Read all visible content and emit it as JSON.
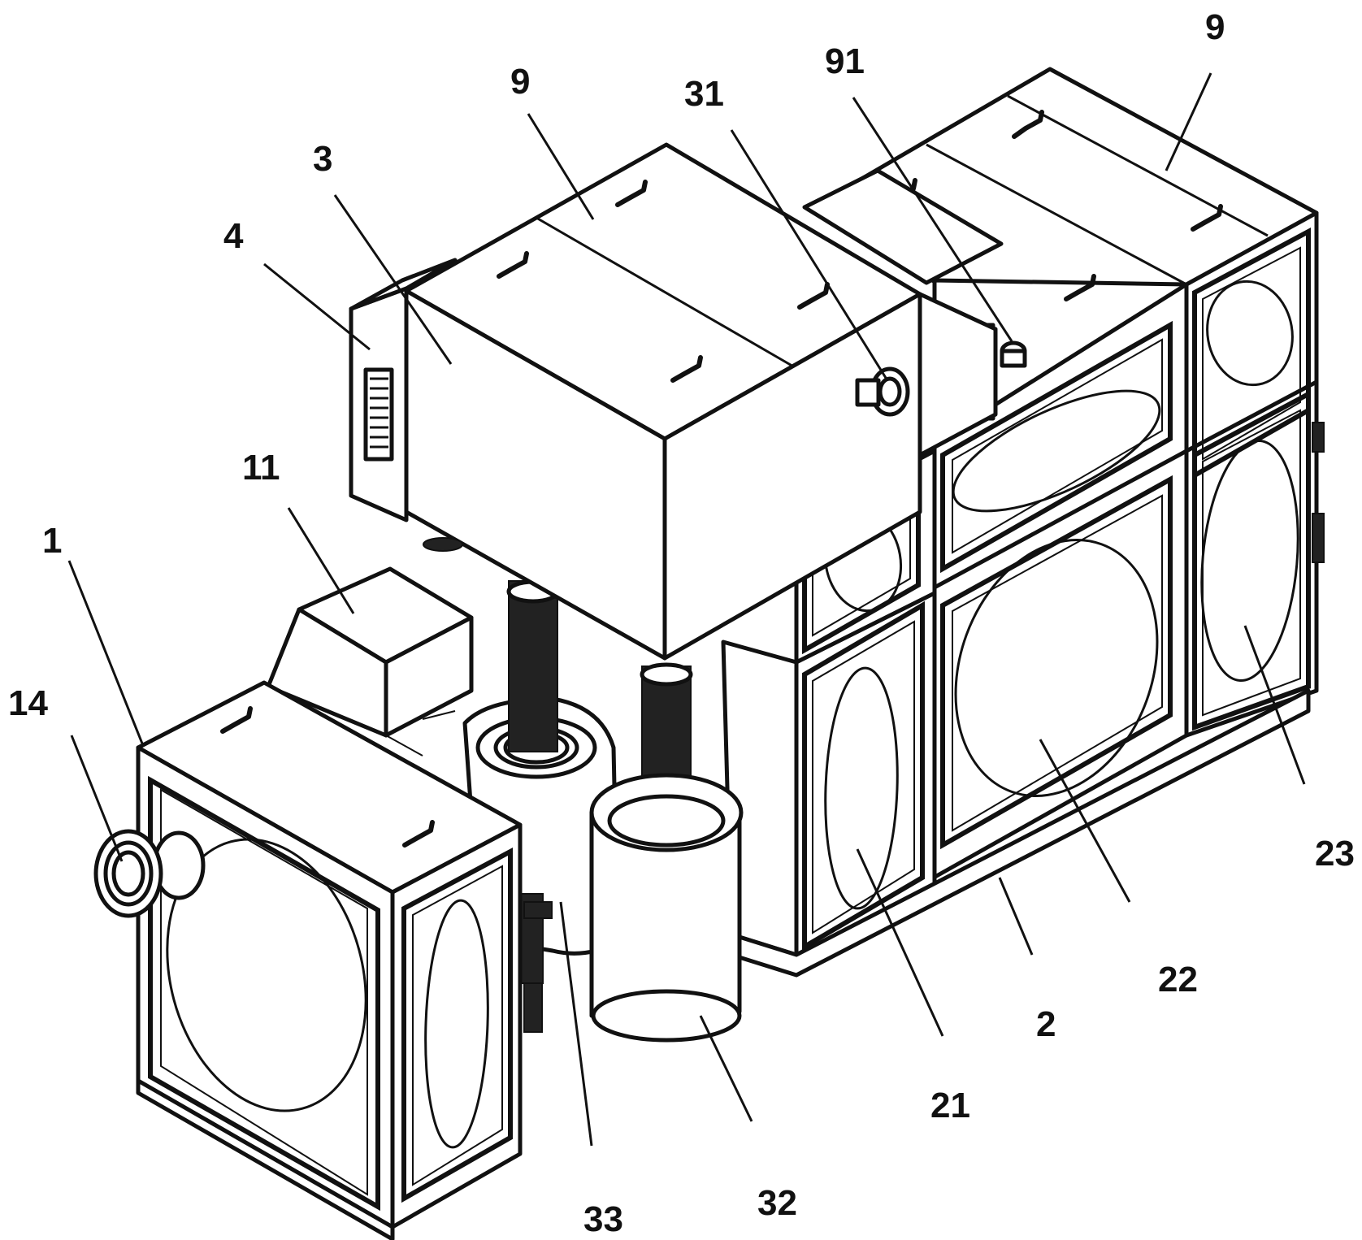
{
  "figure": {
    "labels": {
      "l1": "1",
      "l14": "14",
      "l11": "11",
      "l4": "4",
      "l3": "3",
      "l9a": "9",
      "l31": "31",
      "l91": "91",
      "l9b": "9",
      "l23": "23",
      "l22": "22",
      "l2": "2",
      "l21": "21",
      "l32": "32",
      "l33": "33"
    }
  }
}
